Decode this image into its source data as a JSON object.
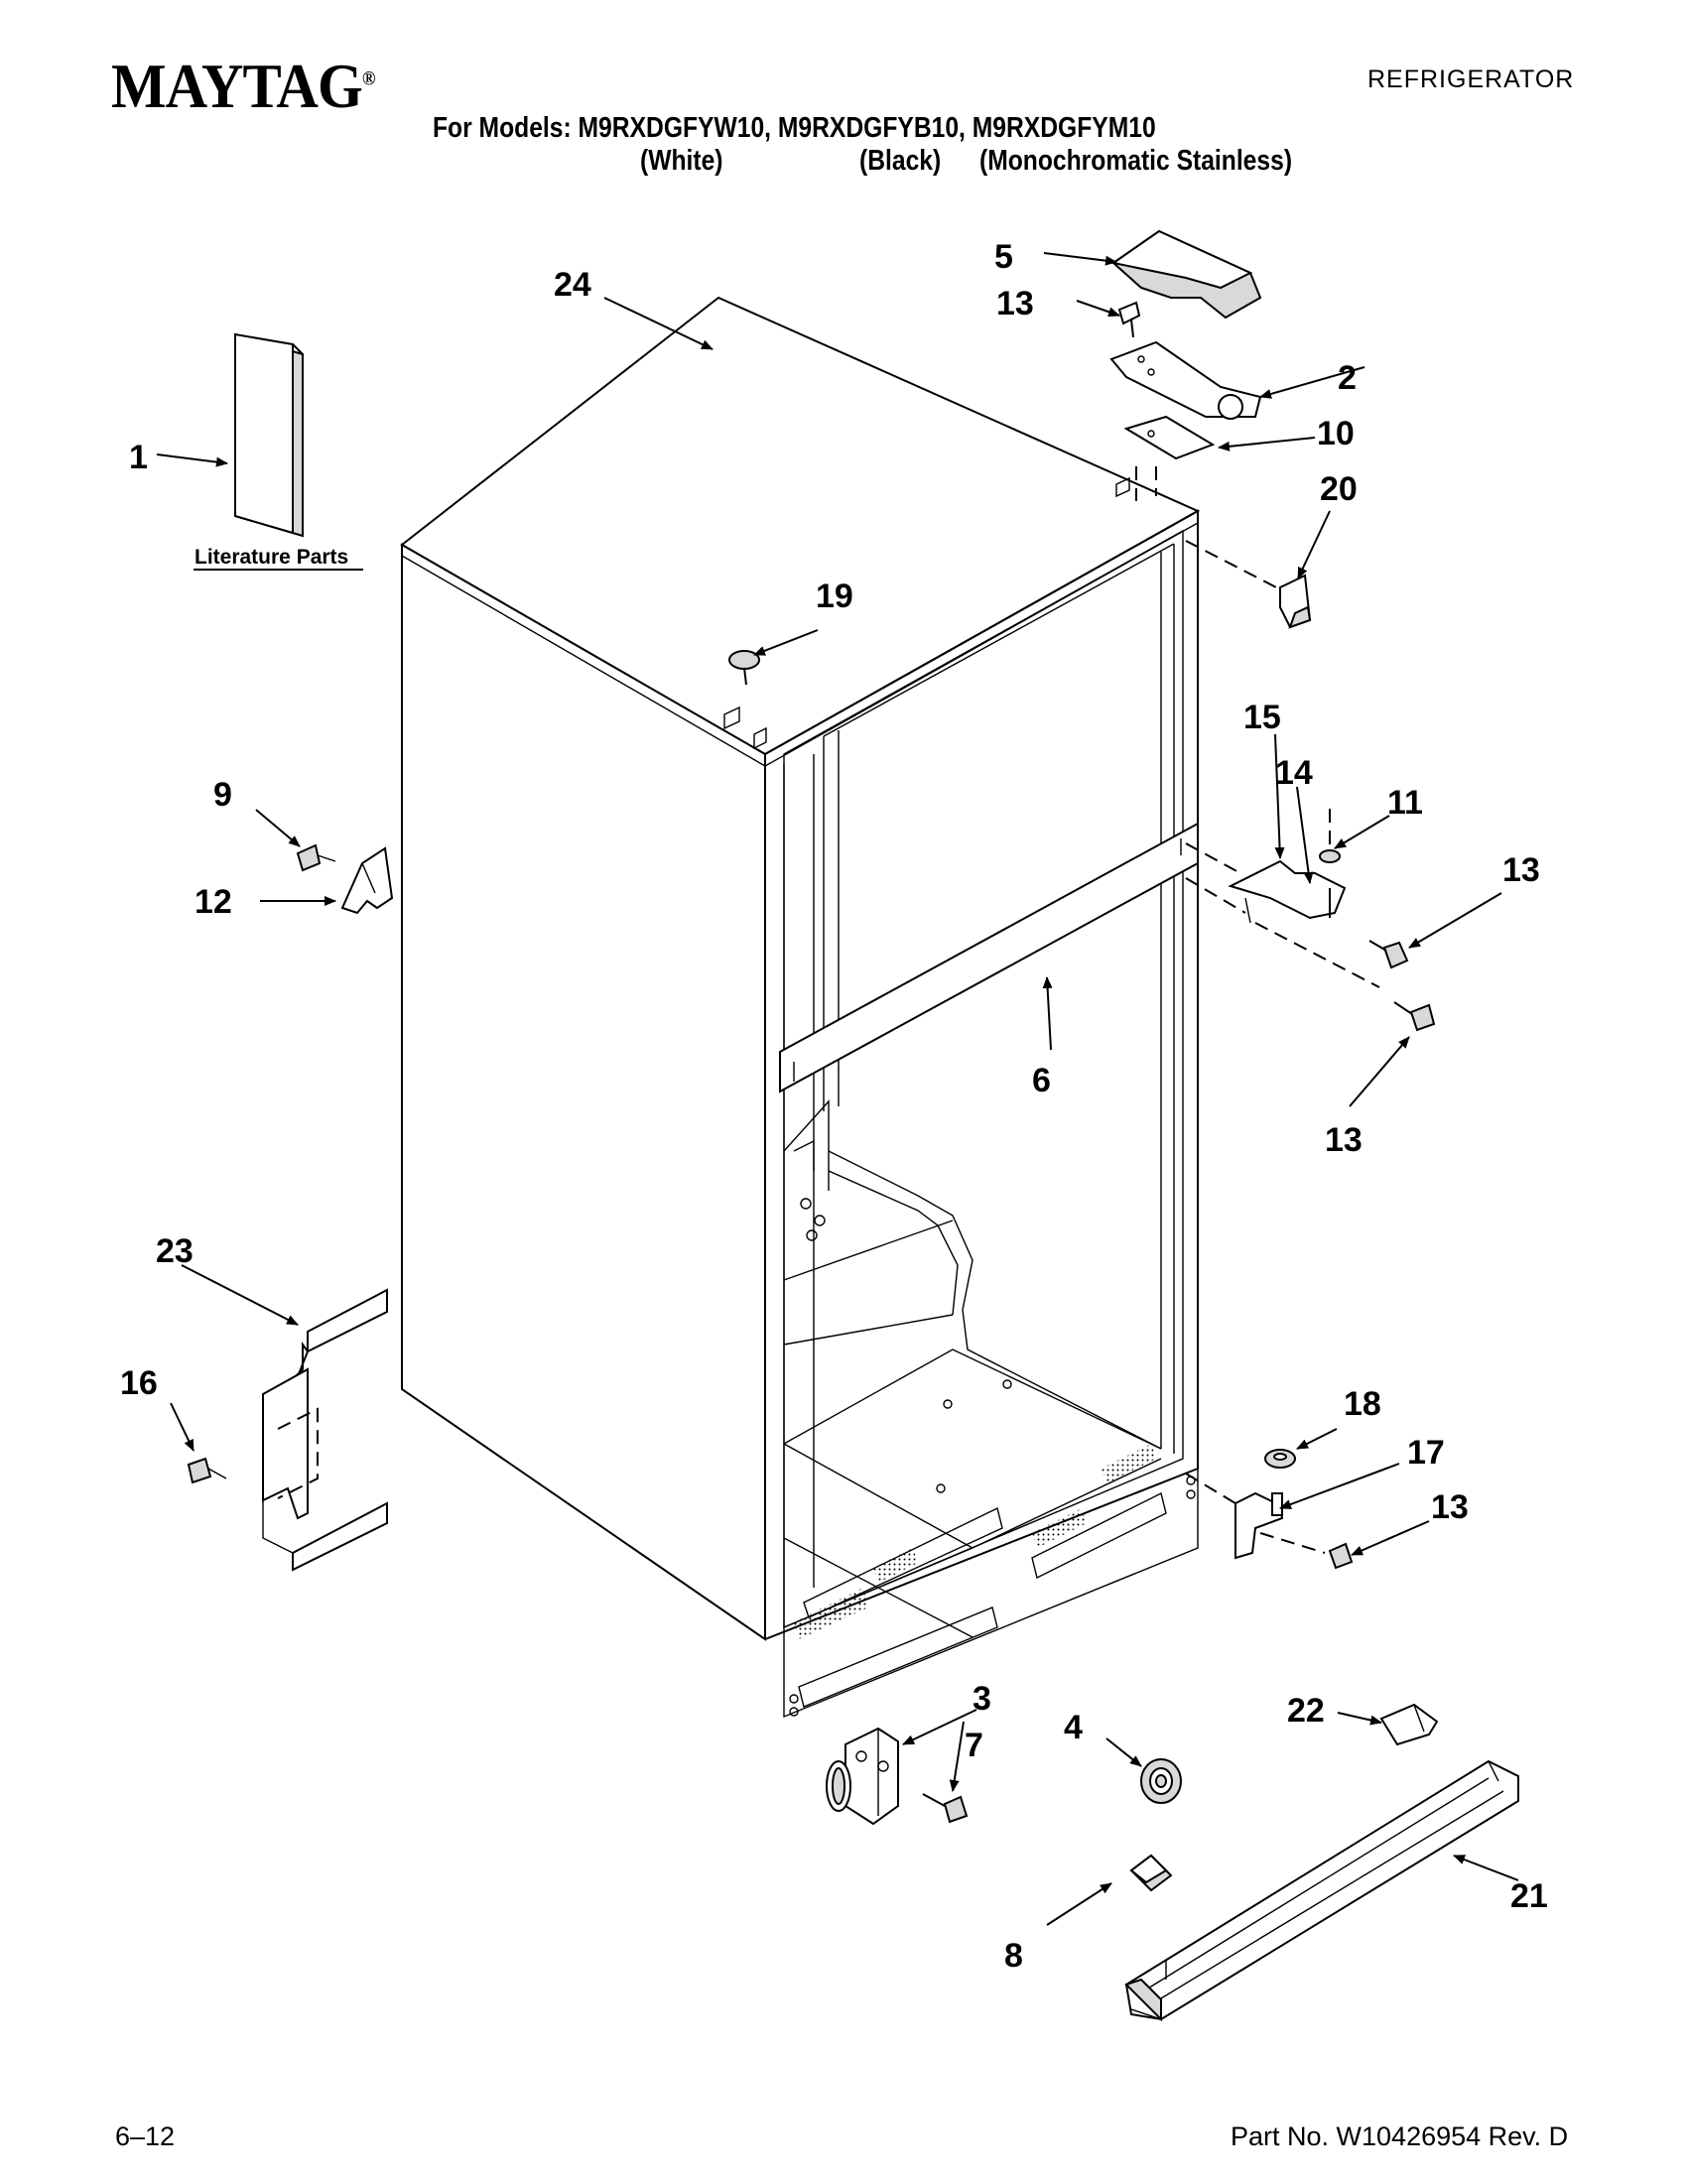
{
  "header": {
    "brand": "MAYTAG",
    "registered_mark": "®",
    "doc_type": "REFRIGERATOR",
    "models_line": "For Models: M9RXDGFYW10, M9RXDGFYB10, M9RXDGFYM10",
    "variants": [
      "(White)",
      "(Black)",
      "(Monochromatic Stainless)"
    ]
  },
  "diagram": {
    "literature_label": "Literature Parts",
    "callouts": {
      "c1": "1",
      "c2": "2",
      "c3": "3",
      "c4": "4",
      "c5": "5",
      "c6": "6",
      "c7": "7",
      "c8": "8",
      "c9": "9",
      "c10": "10",
      "c11": "11",
      "c12": "12",
      "c13a": "13",
      "c13b": "13",
      "c13c": "13",
      "c13d": "13",
      "c14": "14",
      "c15": "15",
      "c16": "16",
      "c17": "17",
      "c18": "18",
      "c19": "19",
      "c20": "20",
      "c21": "21",
      "c22": "22",
      "c23": "23",
      "c24": "24"
    }
  },
  "footer": {
    "date": "6–12",
    "part_no": "Part No. W10426954 Rev. D"
  }
}
